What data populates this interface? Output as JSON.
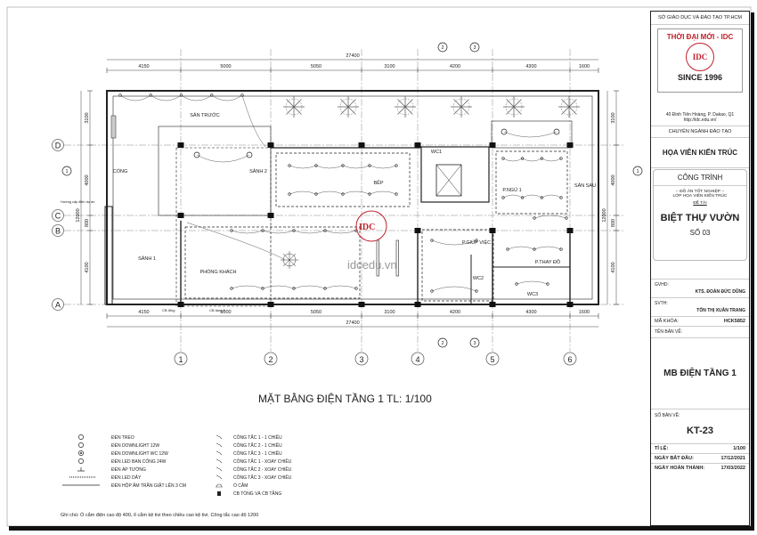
{
  "title_block": {
    "dept": "SỞ GIÁO DỤC VÀ ĐÀO TẠO TP.HCM",
    "logo_name": "THỜI ĐẠI MỚI - IDC",
    "logo_mark": "IDC",
    "since": "SINCE 1996",
    "address": "40 Đinh Tiên Hoàng, P. Dakao, Q1",
    "website": "http://idc.edu.vn/",
    "major_label": "CHUYÊN NGÀNH ĐÀO TẠO",
    "major": "HỌA VIÊN KIẾN TRÚC",
    "project_label": "CÔNG TRÌNH",
    "project_sub1": "-- ĐỒ ÁN TỐT NGHIỆP --",
    "project_sub2": "LỚP HỌA VIÊN KIẾN TRÚC",
    "topic_label": "ĐỀ TÀI",
    "topic": "BIỆT THỰ VƯỜN",
    "number": "SỐ 03",
    "gvhd_label": "GVHD:",
    "gvhd": "KTS. ĐOÀN ĐỨC DŨNG",
    "svth_label": "SVTH:",
    "svth": "TÔN THỊ XUÂN TRANG",
    "course_label": "MÃ KHÓA:",
    "course": "HCK5852",
    "drawing_name_label": "TÊN BẢN VẼ:",
    "drawing_name": "MB ĐIỆN TẦNG 1",
    "drawing_no_label": "SỐ BẢN VẼ:",
    "drawing_no": "KT-23",
    "scale_label": "TỈ LỆ:",
    "scale": "1/100",
    "start_label": "NGÀY BẮT ĐẦU:",
    "start": "17/12/2021",
    "end_label": "NGÀY HOÀN THÀNH:",
    "end": "17/03/2022"
  },
  "plan": {
    "title": "MẶT BẰNG ĐIỆN TẦNG 1 TL: 1/100",
    "total_dim": "27400",
    "h_dims": [
      "4150",
      "5000",
      "5050",
      "3100",
      "4200",
      "4300",
      "1600"
    ],
    "v_dims": [
      "3100",
      "4000",
      "800",
      "4100"
    ],
    "v_total": "12000",
    "grid_x": [
      "1",
      "2",
      "3",
      "4",
      "5",
      "6"
    ],
    "grid_y": [
      "D",
      "C",
      "B",
      "A"
    ],
    "section_marks": [
      "1",
      "2",
      "3"
    ],
    "rooms": [
      "SÂN TRƯỚC",
      "CỔNG",
      "SẢNH 2",
      "BẾP",
      "WC1",
      "P.NGỦ 1",
      "SÂN SAU",
      "SẢNH 1",
      "PHÒNG KHÁCH",
      "P.GIÚP VIỆC",
      "WC2",
      "P.THAY ĐỒ",
      "WC3"
    ],
    "notes": [
      "Hướng cấp điện dự án",
      "CB tổng",
      "CB tầng 1"
    ],
    "watermark": "idcedu.vn"
  },
  "legend": {
    "lights": [
      "ĐÈN TREO",
      "ĐÈN DOWNLIGHT 12W",
      "ĐÈN DOWNLIGHT WC 12W",
      "ĐÈN LED BAN CÔNG 24W",
      "ĐÈN ÁP TƯỜNG",
      "ĐÈN LED DÂY",
      "ĐÈN HỘP ÂM TRẦN GIẬT LÊN 3 CM"
    ],
    "switches": [
      "CÔNG TẮC 1 - 1 CHIỀU",
      "CÔNG TẮC 2 - 1 CHIỀU",
      "CÔNG TẮC 3 - 1 CHIỀU",
      "CÔNG TẮC 1 - XOAY CHIỀU",
      "CÔNG TẮC 2 - XOAY CHIỀU",
      "CÔNG TẮC 3 - XOAY CHIỀU",
      "Ổ CẮM",
      "CB TỔNG VÀ CB TẦNG"
    ],
    "note": "Ghi chú: Ổ cắm điện cao độ 400, ổ cắm kệ tivi theo chiều cao kệ tivi. Công tắc cao độ 1200"
  },
  "colors": {
    "logo_red": "#c0202a",
    "line": "#222222",
    "grid": "#888888"
  }
}
